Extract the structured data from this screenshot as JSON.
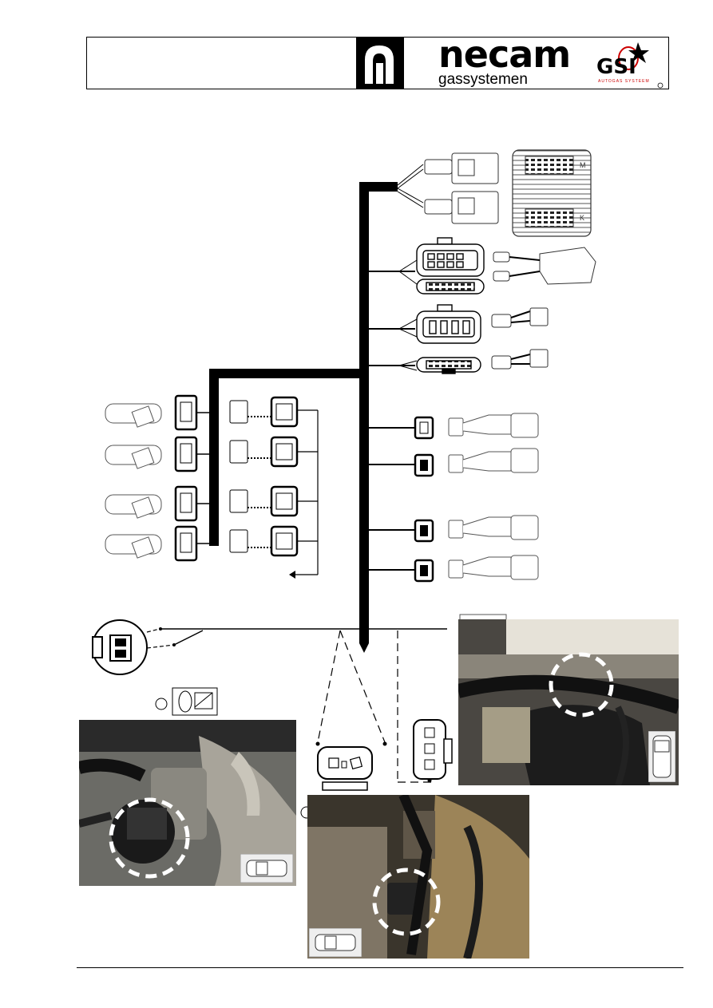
{
  "header": {
    "brand_name": "necam",
    "brand_subtitle": "gassystemen",
    "partner_logo": "GSI",
    "partner_tagline": "AUTOGAS SYSTEEM"
  },
  "ecu": {
    "connector_labels": [
      "M",
      "K"
    ]
  },
  "icons": {
    "logo_mark": "necam-n-logo-icon",
    "partner_mark": "gsi-star-logo-icon",
    "vehicle_thumbnail": "car-top-view-icon",
    "connector_pinout": "connector-pinout-icon"
  },
  "photos": [
    {
      "name": "throttle-body-photo",
      "icon": "car-top-view-icon"
    },
    {
      "name": "under-hood-photo",
      "icon": "car-top-view-icon"
    },
    {
      "name": "connector-location-photo",
      "icon": "car-top-view-icon"
    }
  ],
  "colors": {
    "wire": "#000000",
    "highlight_ring": "#ffffff",
    "gsi_accent": "#cc0000"
  }
}
